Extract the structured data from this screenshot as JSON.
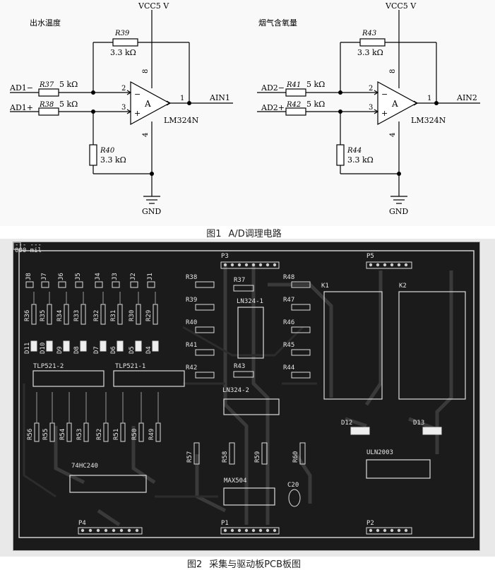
{
  "figure1": {
    "caption_num": "图1",
    "caption_text": "A/D调理电路",
    "left": {
      "title": "出水温度",
      "vcc": "VCC5 V",
      "rf_label": "R39",
      "rf_value": "3.3 kΩ",
      "rin1_label": "R37",
      "rin1_value": "5 kΩ",
      "rin2_label": "R38",
      "rin2_value": "5 kΩ",
      "rg_label": "R40",
      "rg_value": "3.3 kΩ",
      "in_minus": "AD1−",
      "in_plus": "AD1+",
      "opamp_letter": "A",
      "opamp_part": "LM324N",
      "pin_minus": "2",
      "pin_plus": "3",
      "pin_out": "1",
      "pin_vcc": "8",
      "pin_gnd": "4",
      "minus_sign": "−",
      "plus_sign": "+",
      "output": "AIN1",
      "gnd": "GND"
    },
    "right": {
      "title": "烟气含氧量",
      "vcc": "VCC5 V",
      "rf_label": "R43",
      "rf_value": "3.3 kΩ",
      "rin1_label": "R41",
      "rin1_value": "5 kΩ",
      "rin2_label": "R42",
      "rin2_value": "5 kΩ",
      "rg_label": "R44",
      "rg_value": "3.3 kΩ",
      "in_minus": "AD2−",
      "in_plus": "AD2+",
      "opamp_letter": "A",
      "opamp_part": "LM324N",
      "pin_minus": "2",
      "pin_plus": "3",
      "pin_out": "1",
      "pin_vcc": "8",
      "pin_gnd": "4",
      "minus_sign": "−",
      "plus_sign": "+",
      "output": "AIN2",
      "gnd": "GND"
    }
  },
  "figure2": {
    "caption_num": "图2",
    "caption_text": "采集与驱动板PCB板图",
    "jumpers": [
      "J8",
      "J7",
      "J6",
      "J5",
      "J4",
      "J3",
      "J2",
      "J1"
    ],
    "top_resistors": [
      "R36",
      "R35",
      "R34",
      "R33",
      "R32",
      "R31",
      "R30",
      "R29"
    ],
    "diodes": [
      "D11",
      "D10",
      "D9",
      "D8",
      "D7",
      "D6",
      "D5",
      "D4"
    ],
    "optos": [
      "TLP521-2",
      "TLP521-1"
    ],
    "low_resistors": [
      "R56",
      "R55",
      "R54",
      "R53",
      "R52",
      "R51",
      "R50",
      "R49"
    ],
    "left_col_resistors": [
      "R38",
      "R39",
      "R40",
      "R41",
      "R42"
    ],
    "right_col_resistors": [
      "R48",
      "R47",
      "R46",
      "R45",
      "R44"
    ],
    "mid_resistors": [
      "R37",
      "R43"
    ],
    "ic_labels": {
      "ln324_1": "LN324-1",
      "ln324_2": "LN324-2",
      "hc240": "74HC240",
      "max504": "MAX504",
      "uln2003": "ULN2003"
    },
    "bottom_resistors": [
      "R57",
      "R58",
      "R59",
      "R60"
    ],
    "connectors": {
      "p1": "P1",
      "p2": "P2",
      "p3": "P3",
      "p4": "P4",
      "p5": "P5"
    },
    "relays": {
      "k1": "K1",
      "k2": "K2"
    },
    "relay_diodes": [
      "D12",
      "D13"
    ],
    "cap": "C20",
    "corner_text_1": "--- ---",
    "corner_text_2": "000 mil"
  }
}
